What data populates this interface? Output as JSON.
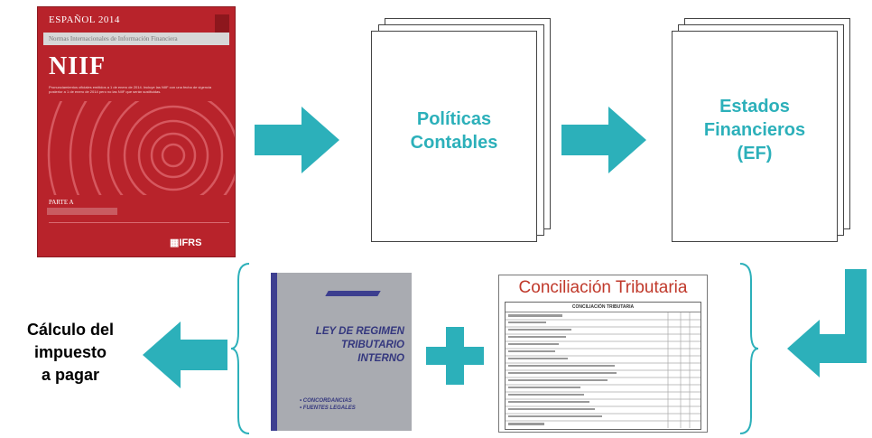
{
  "niif_book": {
    "edition": "ESPAÑOL 2014",
    "band": "Normas Internacionales de Información Financiera",
    "title": "NIIF",
    "subtitle": "Pronunciamientos oficiales emitidos a 1 de enero de 2014. Incluye las NIIF con una fecha de vigencia posterior a 1 de enero de 2014 pero no las NIIF que serán sustituidas.",
    "part": "PARTE A",
    "logo": "IFRS"
  },
  "doc1": {
    "line1": "Políticas",
    "line2": "Contables"
  },
  "doc2": {
    "line1": "Estados",
    "line2": "Financieros",
    "line3": "(EF)"
  },
  "law_book": {
    "title_line1": "LEY DE REGIMEN",
    "title_line2": "TRIBUTARIO",
    "title_line3": "INTERNO",
    "note1": "• CONCORDANCIAS",
    "note2": "• FUENTES LEGALES"
  },
  "conciliacion": {
    "title": "Conciliación Tributaria",
    "header": "CONCILIACIÓN TRIBUTARIA"
  },
  "result": {
    "line1": "Cálculo del",
    "line2": "impuesto",
    "line3": "a pagar"
  },
  "colors": {
    "accent": "#2cb0ba",
    "niif_red": "#b8232b",
    "law_blue": "#3e3f90",
    "law_gray": "#a9abb1"
  }
}
